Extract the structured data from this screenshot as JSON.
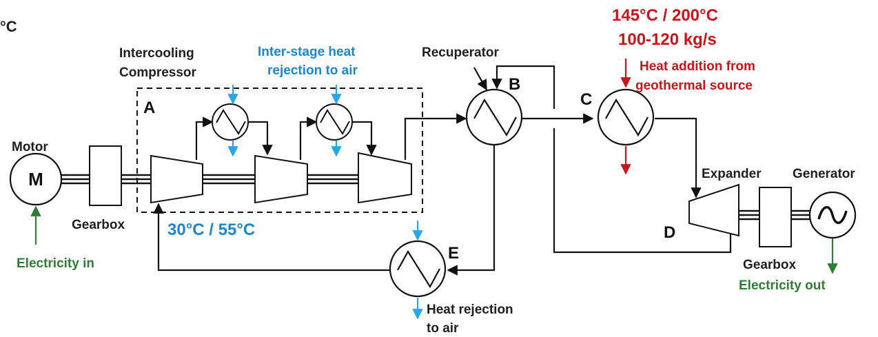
{
  "edge_fragment": "°C",
  "labels": {
    "motor": "Motor",
    "motor_symbol": "M",
    "gearbox_left": "Gearbox",
    "electricity_in": "Electricity in",
    "intercooling_line1": "Intercooling",
    "intercooling_line2": "Compressor",
    "interstage_line1": "Inter-stage heat",
    "interstage_line2": "rejection to air",
    "recuperator": "Recuperator",
    "temp_red": "145°C / 200°C",
    "flow_red": "100-120 kg/s",
    "heat_add_line1": "Heat addition from",
    "heat_add_line2": "geothermal source",
    "expander": "Expander",
    "generator": "Generator",
    "gearbox_right": "Gearbox",
    "electricity_out": "Electricity out",
    "temp_blue": "30°C / 55°C",
    "heat_rej_line1": "Heat rejection",
    "heat_rej_line2": "to air"
  },
  "stations": {
    "A": "A",
    "B": "B",
    "C": "C",
    "D": "D",
    "E": "E"
  },
  "colors": {
    "blue_text": "#1f86c9",
    "blue_arrow": "#29a6e8",
    "red": "#c8141a",
    "green": "#2e7d32",
    "line": "#111111"
  }
}
